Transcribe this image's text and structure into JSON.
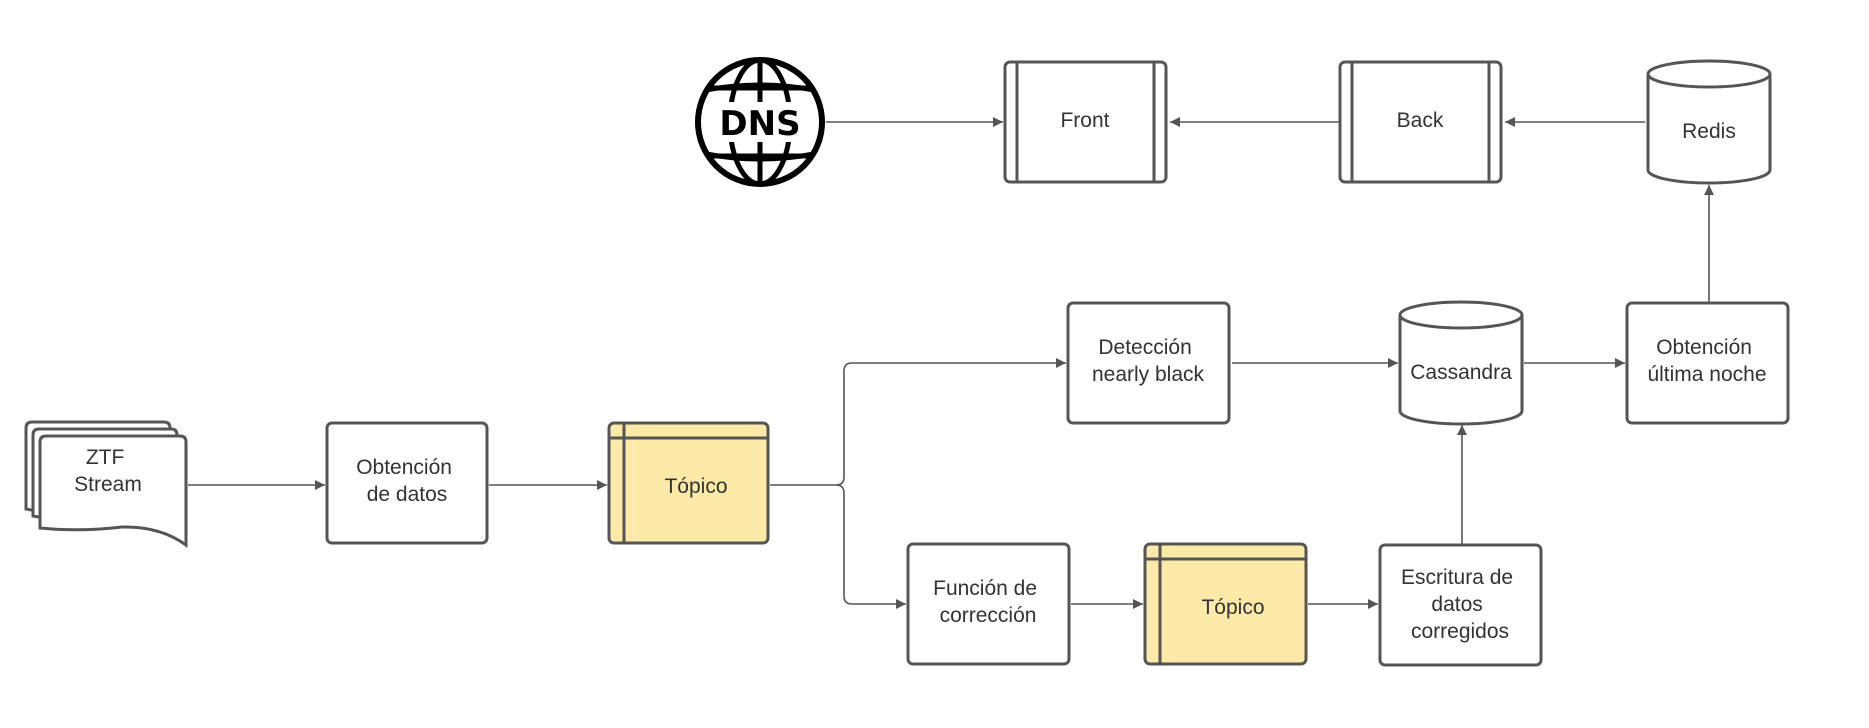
{
  "colors": {
    "stroke": "#555555",
    "box_fill": "#ffffff",
    "topic_fill": "#fdeaa8",
    "text": "#333333",
    "arrow": "#555555"
  },
  "nodes": {
    "dns": {
      "label": "DNS",
      "icon": "globe-icon"
    },
    "front": {
      "lines": [
        "Front"
      ]
    },
    "back": {
      "lines": [
        "Back"
      ]
    },
    "redis": {
      "lines": [
        "Redis"
      ]
    },
    "ztf_stream": {
      "lines": [
        "ZTF",
        "Stream"
      ]
    },
    "obtencion_datos": {
      "lines": [
        "Obtención",
        "de datos"
      ]
    },
    "topico_1": {
      "lines": [
        "Tópico"
      ]
    },
    "deteccion": {
      "lines": [
        "Detección",
        "nearly black"
      ]
    },
    "cassandra": {
      "lines": [
        "Cassandra"
      ]
    },
    "obtencion_noche": {
      "lines": [
        "Obtención",
        "última noche"
      ]
    },
    "funcion_correccion": {
      "lines": [
        "Función de",
        "corrección"
      ]
    },
    "topico_2": {
      "lines": [
        "Tópico"
      ]
    },
    "escritura": {
      "lines": [
        "Escritura de",
        "datos",
        "corregidos"
      ]
    }
  }
}
